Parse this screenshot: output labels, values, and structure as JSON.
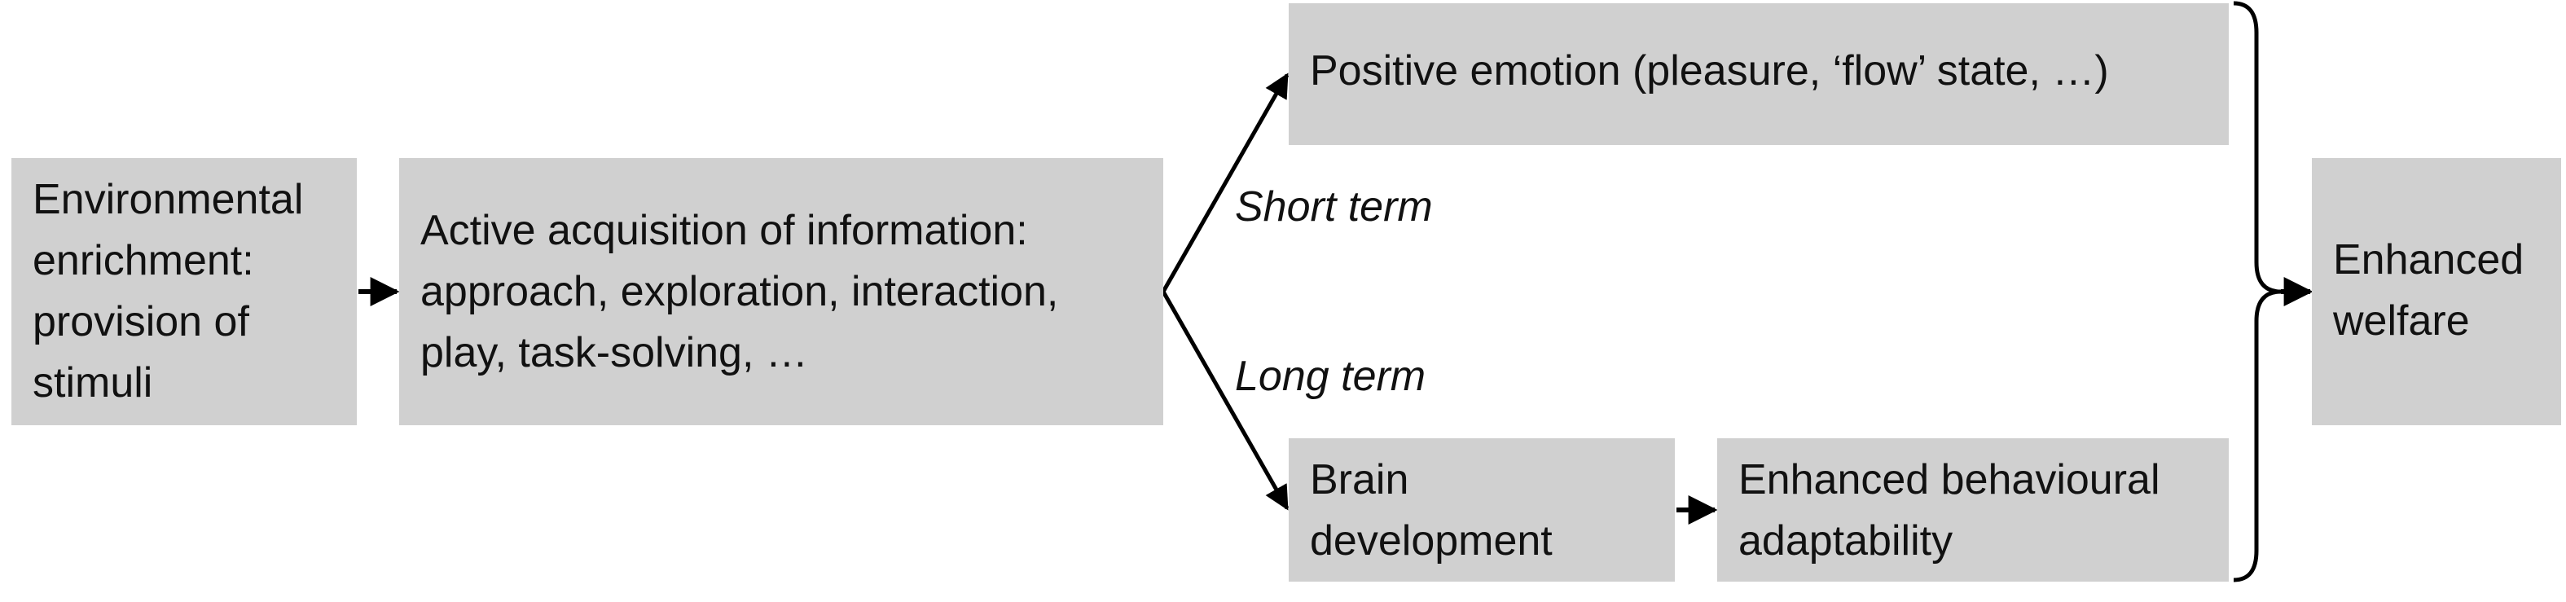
{
  "boxes": {
    "enrichment": [
      "Environmental",
      "enrichment:",
      "provision of",
      "stimuli"
    ],
    "acquisition": [
      "Active acquisition of information:",
      "approach, exploration, interaction,",
      "play, task-solving, …"
    ],
    "positive": [
      "Positive emotion (pleasure, ‘flow’ state, …)"
    ],
    "brain": [
      "Brain",
      "development"
    ],
    "adaptability": [
      "Enhanced behavioural",
      "adaptability"
    ],
    "welfare": [
      "Enhanced",
      "welfare"
    ]
  },
  "labels": {
    "short_term": "Short term",
    "long_term": "Long term"
  },
  "colors": {
    "box_fill": "#d0d0d0",
    "line": "#000000"
  }
}
